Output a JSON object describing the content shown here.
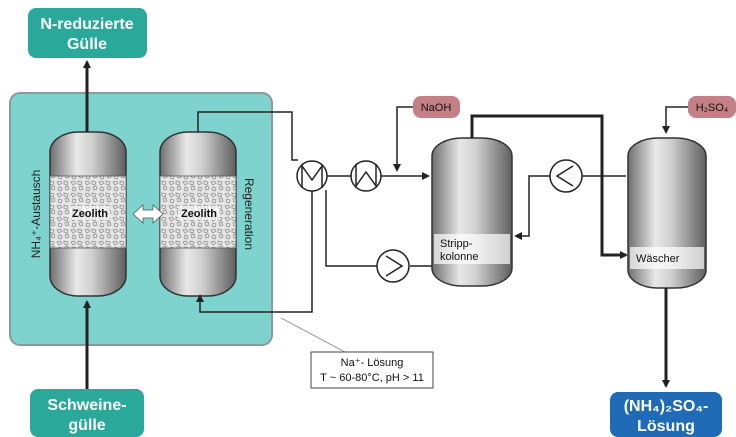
{
  "outputs": {
    "reduced_manure": {
      "line1": "N-reduzierte",
      "line2": "Gülle"
    },
    "ammonium_sulfate": {
      "line1": "(NH₄)₂SO₄-",
      "line2": "Lösung"
    }
  },
  "inputs": {
    "pig_manure": {
      "line1": "Schweine-",
      "line2": "gülle"
    },
    "naoh": "NaOH",
    "h2so4": "H₂SO₄"
  },
  "columns": {
    "exchange_label": "NH₄⁺-Austausch",
    "regeneration_label": "Regeneration",
    "zeolith_left": "Zeolith",
    "zeolith_right": "Zeolith",
    "stripper": {
      "line1": "Stripp-",
      "line2": "kolonne"
    },
    "scrubber": "Wäscher"
  },
  "note": {
    "line1": "Na⁺- Lösung",
    "line2": "T ~ 60-80°C, pH > 11"
  },
  "colors": {
    "teal": "#2aa89a",
    "teal_panel": "#7fd3cf",
    "blue": "#1f6bb5",
    "reagent": "#c48085"
  }
}
